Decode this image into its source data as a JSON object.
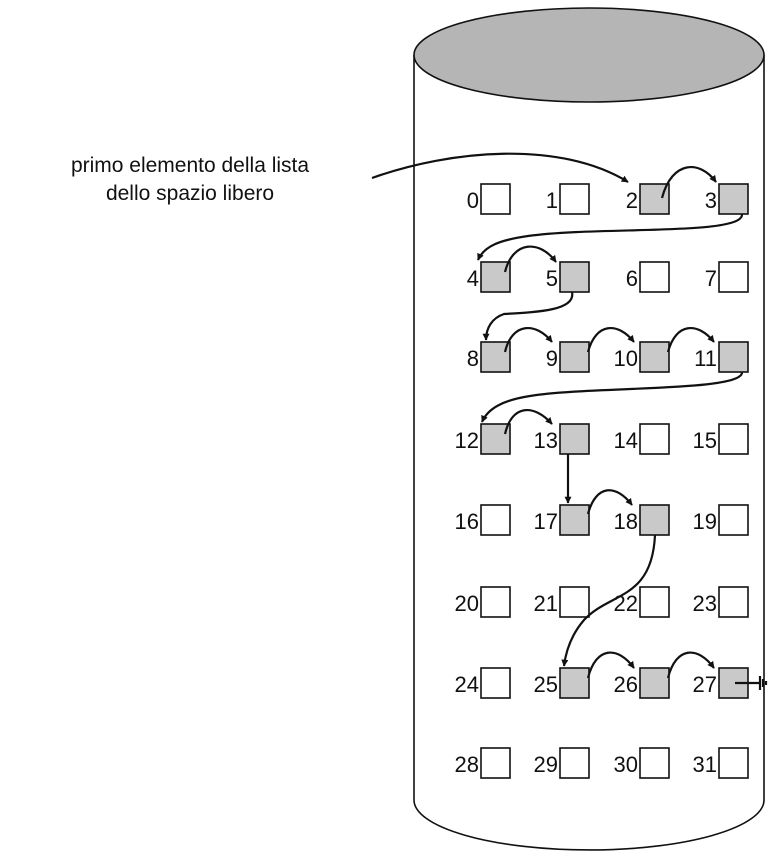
{
  "caption": {
    "line1": "primo elemento della lista",
    "line2": "dello spazio libero"
  },
  "blocks": [
    {
      "label": "0",
      "free": false
    },
    {
      "label": "1",
      "free": false
    },
    {
      "label": "2",
      "free": true
    },
    {
      "label": "3",
      "free": true
    },
    {
      "label": "4",
      "free": true
    },
    {
      "label": "5",
      "free": true
    },
    {
      "label": "6",
      "free": false
    },
    {
      "label": "7",
      "free": false
    },
    {
      "label": "8",
      "free": true
    },
    {
      "label": "9",
      "free": true
    },
    {
      "label": "10",
      "free": true
    },
    {
      "label": "11",
      "free": true
    },
    {
      "label": "12",
      "free": true
    },
    {
      "label": "13",
      "free": true
    },
    {
      "label": "14",
      "free": false
    },
    {
      "label": "15",
      "free": false
    },
    {
      "label": "16",
      "free": false
    },
    {
      "label": "17",
      "free": true
    },
    {
      "label": "18",
      "free": true
    },
    {
      "label": "19",
      "free": false
    },
    {
      "label": "20",
      "free": false
    },
    {
      "label": "21",
      "free": false
    },
    {
      "label": "22",
      "free": false
    },
    {
      "label": "23",
      "free": false
    },
    {
      "label": "24",
      "free": false
    },
    {
      "label": "25",
      "free": true
    },
    {
      "label": "26",
      "free": true
    },
    {
      "label": "27",
      "free": true
    },
    {
      "label": "28",
      "free": false
    },
    {
      "label": "29",
      "free": false
    },
    {
      "label": "30",
      "free": false
    },
    {
      "label": "31",
      "free": false
    }
  ],
  "free_list": [
    2,
    3,
    4,
    5,
    8,
    9,
    10,
    11,
    12,
    13,
    17,
    18,
    25,
    26,
    27
  ],
  "colors": {
    "disk_top": "#b5b5b5",
    "free_block": "#c9c9c9",
    "used_block": "#ffffff",
    "line": "#111111"
  }
}
